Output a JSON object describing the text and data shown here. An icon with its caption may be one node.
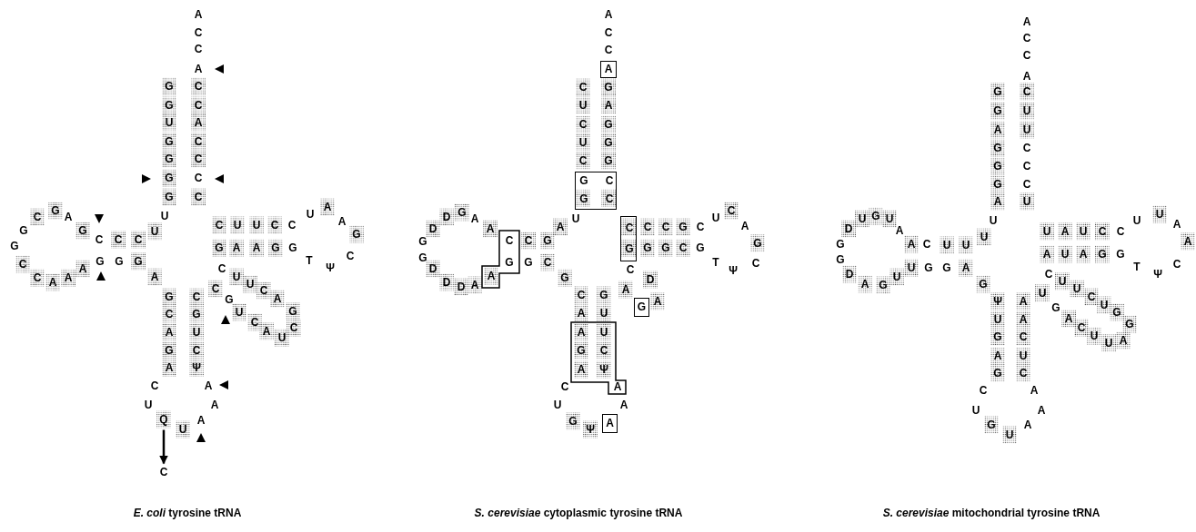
{
  "diagram": {
    "nodes": [
      {
        "text": [
          "Q"
        ]
      },
      {
        "text": [
          "C"
        ]
      },
      {
        "text": [
          "A"
        ]
      },
      {
        "text": [
          "G",
          "C",
          "G",
          "C"
        ]
      },
      {
        "text": [
          "C",
          "G",
          "A"
        ]
      },
      {
        "text": [
          "C",
          "G"
        ]
      },
      {
        "text": [
          "G"
        ]
      },
      {
        "text": [
          "A",
          "U",
          "G",
          "C",
          "A",
          "Ψ",
          "A"
        ]
      },
      {
        "text": [
          "A"
        ]
      }
    ],
    "edges": [
      {
        "from": 0,
        "to": 1,
        "arrow": "to"
      }
    ],
    "labels": [
      "G",
      "G",
      "U",
      "G",
      "G",
      "G",
      "G",
      "U",
      "U",
      "C",
      "C",
      "C",
      "G",
      "A",
      "G",
      "C",
      "G",
      "G",
      "C",
      "C",
      "A",
      "A",
      "A",
      "G",
      "G",
      "G",
      "A",
      "G",
      "C",
      "A",
      "G",
      "A",
      "C",
      "U",
      "U",
      "A",
      "A",
      "A",
      "Ψ",
      "C",
      "U",
      "G",
      "C",
      "C",
      "G",
      "U",
      "C",
      "A",
      "U",
      "C",
      "G",
      "A",
      "C",
      "U",
      "U",
      "C",
      "G",
      "A",
      "A",
      "G",
      "G",
      "T",
      "Ψ",
      "C",
      "G",
      "A",
      "A",
      "U",
      "C",
      "C",
      "U",
      "U",
      "C",
      "C",
      "C",
      "C",
      "C",
      "A",
      "C",
      "C",
      "A",
      "C",
      "C",
      "A",
      "C",
      "U",
      "C",
      "U",
      "C",
      "U",
      "A",
      "G",
      "C",
      "A",
      "A",
      "G",
      "D",
      "D",
      "G",
      "G",
      "D",
      "D",
      "D",
      "A",
      "G",
      "C",
      "G",
      "C",
      "A",
      "C",
      "U",
      "G",
      "Ψ",
      "A",
      "U",
      "G",
      "A",
      "A",
      "D",
      "C",
      "G",
      "G",
      "C",
      "G",
      "T",
      "Ψ",
      "C",
      "G",
      "A",
      "C",
      "U",
      "C",
      "G",
      "C",
      "C",
      "G",
      "G",
      "G",
      "A",
      "G",
      "C",
      "C",
      "A",
      "G",
      "G",
      "A",
      "G",
      "G",
      "G",
      "A",
      "U",
      "U",
      "U",
      "U",
      "C",
      "A",
      "A",
      "U",
      "G",
      "U",
      "D",
      "G",
      "G",
      "D",
      "A",
      "G",
      "U",
      "U",
      "G",
      "G",
      "A",
      "G",
      "Ψ",
      "U",
      "G",
      "A",
      "G",
      "C",
      "U",
      "G",
      "U",
      "A",
      "A",
      "A",
      "C",
      "U",
      "C",
      "A",
      "A",
      "U",
      "G",
      "A",
      "C",
      "U",
      "U",
      "A",
      "G",
      "G",
      "U",
      "C",
      "U",
      "U",
      "C",
      "A",
      "U",
      "A",
      "G",
      "G",
      "T",
      "Ψ",
      "C",
      "A",
      "A",
      "U",
      "U",
      "C",
      "C",
      "U",
      "A",
      "U",
      "U",
      "C",
      "C",
      "C",
      "U",
      "U",
      "C",
      "A",
      "C",
      "C",
      "A",
      "*E. coli* tyrosine tRNA",
      "*S. cerevisiae* cytoplasmic tyrosine tRNA",
      "*S. cerevisiae* mitochondrial tyrosine tRNA"
    ]
  }
}
